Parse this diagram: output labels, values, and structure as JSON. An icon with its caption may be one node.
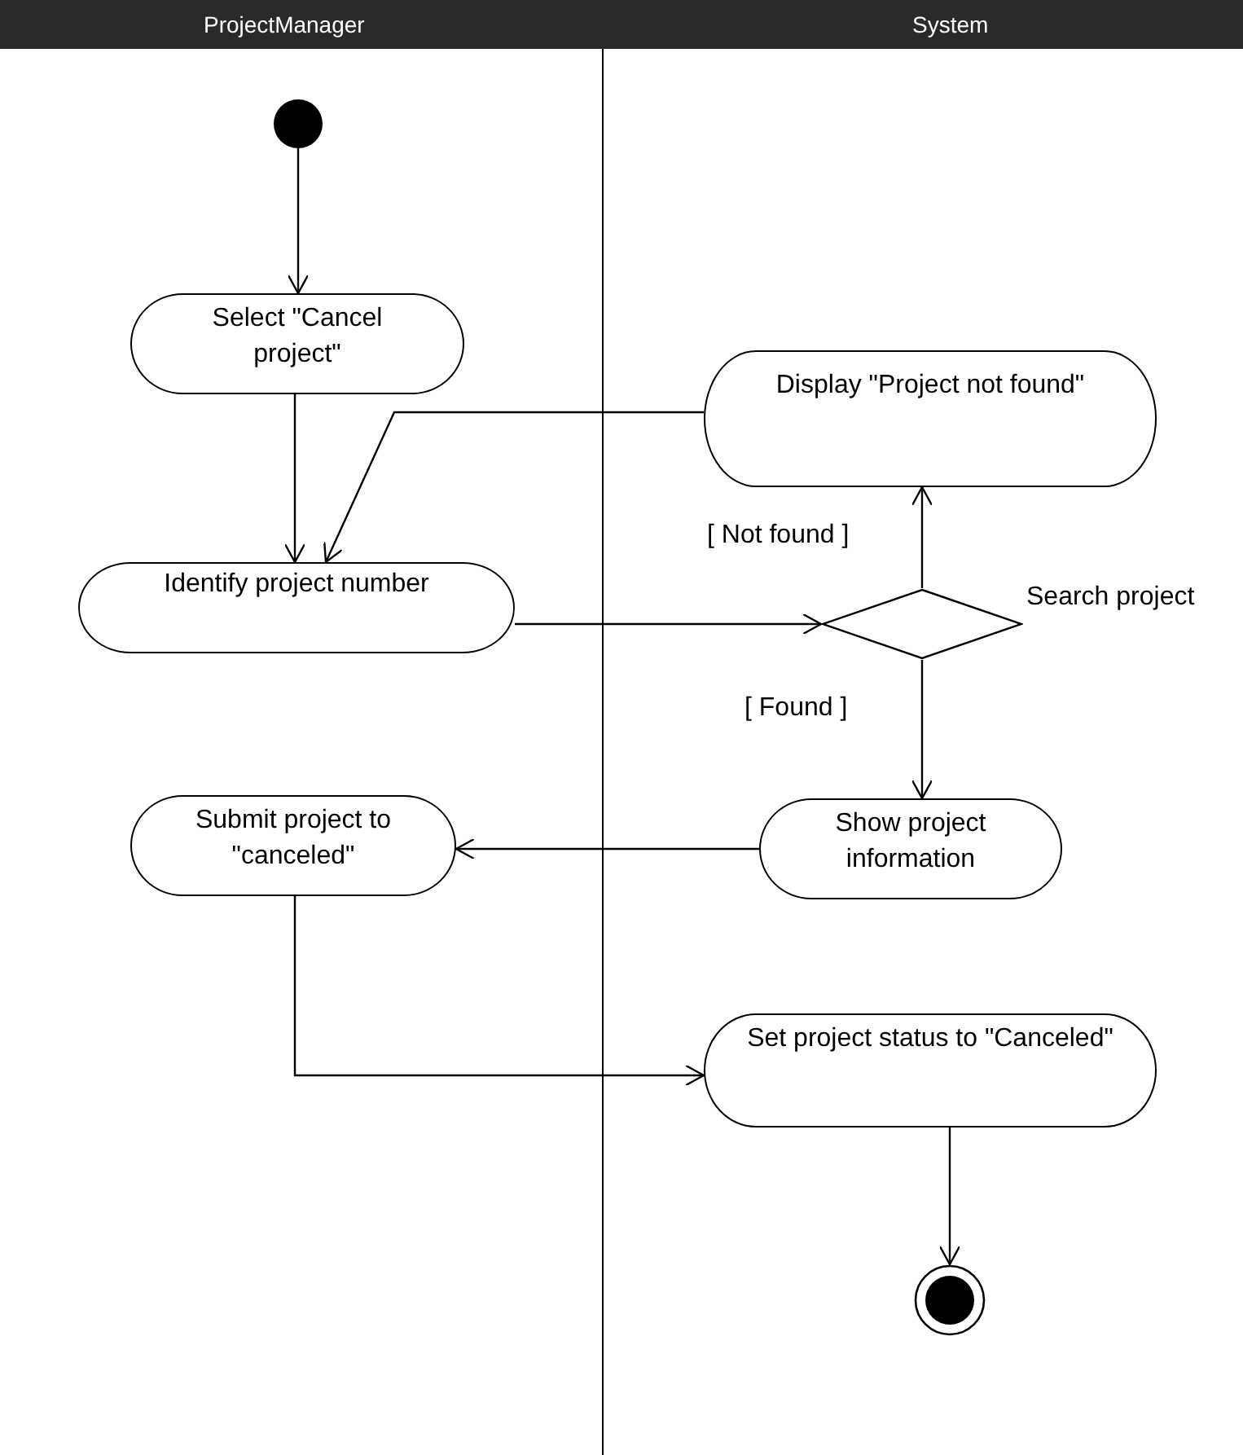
{
  "diagram": {
    "nodes": [
      {
        "text": [],
        "shape": "circle"
      },
      {
        "text": [
          "Select \"Cancel project\""
        ]
      },
      {
        "text": [
          "Display \"Project not found\""
        ]
      },
      {
        "text": [
          "Identify project number"
        ]
      },
      {
        "text": [],
        "shape": "diamond",
        "beside": [
          "Search project"
        ]
      },
      {
        "text": [
          "Show project information"
        ]
      },
      {
        "text": [
          "Submit project to \"canceled\""
        ]
      },
      {
        "text": [
          "Set project status to \"Canceled\""
        ]
      },
      {
        "text": [],
        "shape": "circle"
      }
    ],
    "edges": [
      {
        "from": 0,
        "to": 1,
        "arrow": "to"
      },
      {
        "from": 1,
        "to": 3,
        "arrow": "to"
      },
      {
        "from": 2,
        "to": 3,
        "arrow": "to"
      },
      {
        "from": 3,
        "to": 4,
        "arrow": "to"
      },
      {
        "from": 4,
        "to": 2,
        "arrow": "to",
        "label": "[ Not found ]"
      },
      {
        "from": 4,
        "to": 5,
        "arrow": "to",
        "label": "[ Found ]"
      },
      {
        "from": 5,
        "to": 6,
        "arrow": "to"
      },
      {
        "from": 6,
        "to": 7,
        "arrow": "to"
      },
      {
        "from": 7,
        "to": 8,
        "arrow": "to"
      }
    ],
    "labels": [
      "ProjectManager",
      "System"
    ]
  }
}
